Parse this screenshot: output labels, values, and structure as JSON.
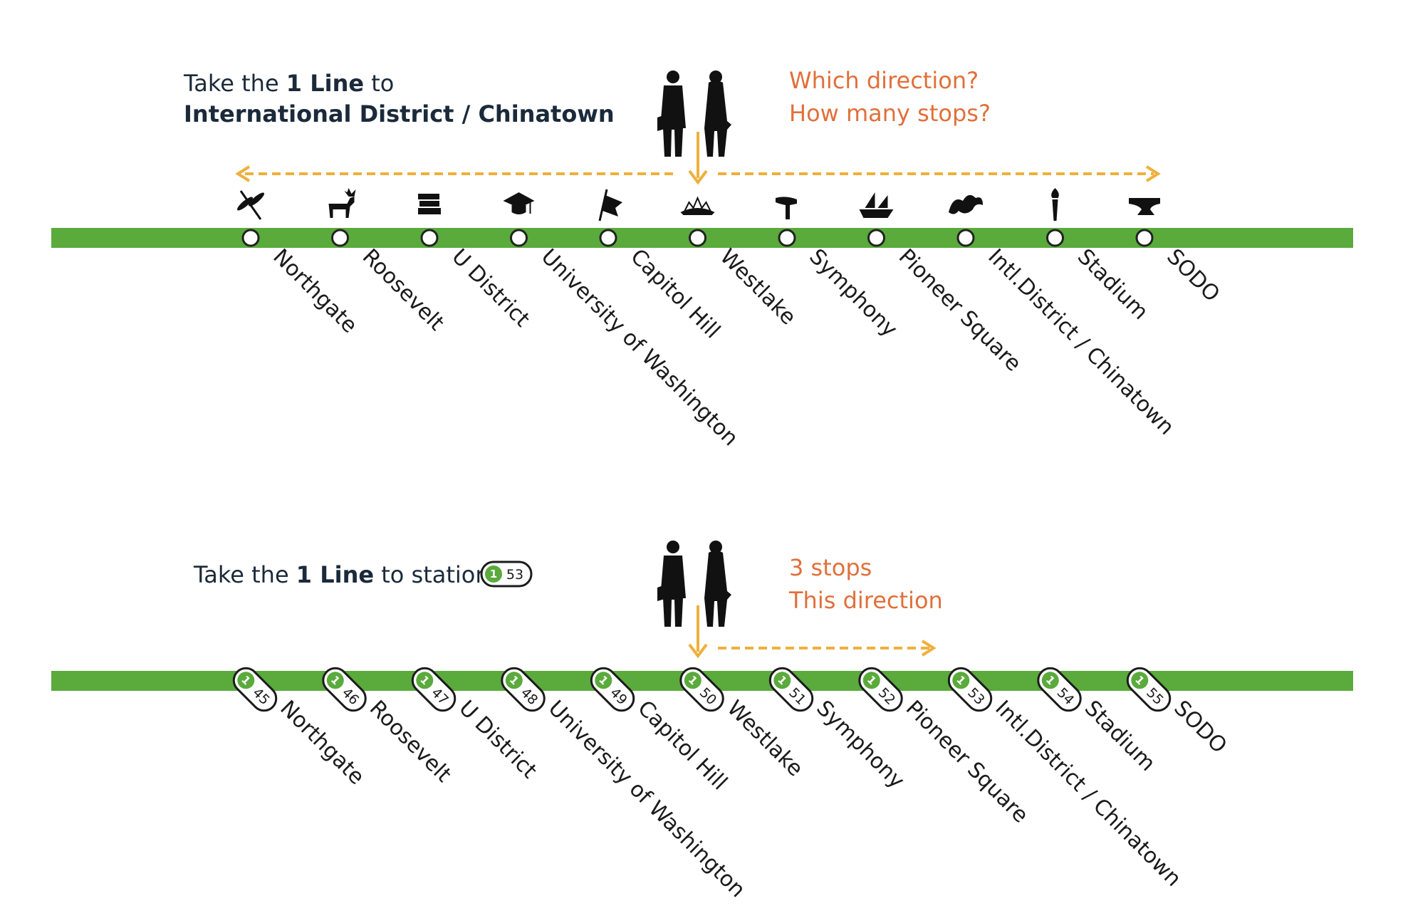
{
  "panel1": {
    "line1": {
      "prefix": "Take the ",
      "line_name": "1 Line",
      "suffix": " to"
    },
    "line2": "International District / Chinatown",
    "question1": "Which direction?",
    "question2": "How many stops?"
  },
  "panel2": {
    "prefix": "Take the ",
    "line_name": "1 Line",
    "suffix": " to station",
    "badge_line": "1",
    "badge_number": "53",
    "answer1": "3 stops",
    "answer2": "This direction"
  },
  "stations": [
    {
      "name": "Northgate",
      "number": "45",
      "icon": "dragonfly-icon"
    },
    {
      "name": "Roosevelt",
      "number": "46",
      "icon": "moose-icon"
    },
    {
      "name": "U District",
      "number": "47",
      "icon": "books-icon"
    },
    {
      "name": "University of Washington",
      "number": "48",
      "icon": "graduation-cap-icon"
    },
    {
      "name": "Capitol Hill",
      "number": "49",
      "icon": "flag-icon"
    },
    {
      "name": "Westlake",
      "number": "50",
      "icon": "crown-icon"
    },
    {
      "name": "Symphony",
      "number": "51",
      "icon": "horn-icon"
    },
    {
      "name": "Pioneer Square",
      "number": "52",
      "icon": "ship-icon"
    },
    {
      "name": "Intl.District / Chinatown",
      "number": "53",
      "icon": "dragon-icon"
    },
    {
      "name": "Stadium",
      "number": "54",
      "icon": "torch-icon"
    },
    {
      "name": "SODO",
      "number": "55",
      "icon": "anvil-icon"
    }
  ],
  "colors": {
    "line_green": "#5aaa3c",
    "arrow_orange": "#eeb03c",
    "text_orange": "#e0703a",
    "title_navy": "#1b2a3a"
  }
}
